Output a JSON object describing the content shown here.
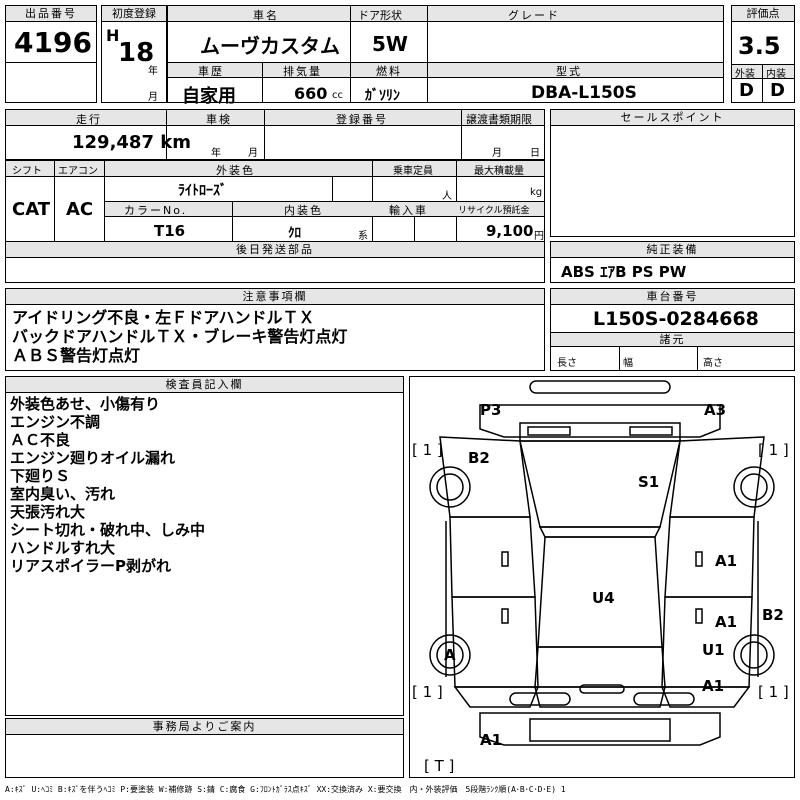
{
  "lot": {
    "label": "出品番号",
    "value": "4196"
  },
  "first_reg": {
    "label": "初度登録",
    "era": "H",
    "year": "18",
    "year_unit": "年",
    "month_unit": "月"
  },
  "car_name": {
    "label": "車名",
    "value": "ムーヴカスタム"
  },
  "door": {
    "label": "ドア形状",
    "value": "5W"
  },
  "grade": {
    "label": "グレード",
    "value": ""
  },
  "score": {
    "label": "評価点",
    "value": "3.5",
    "ext_label": "外装",
    "int_label": "内装",
    "ext_value": "D",
    "int_value": "D"
  },
  "history": {
    "label": "車歴",
    "value": "自家用"
  },
  "displacement": {
    "label": "排気量",
    "value": "660",
    "unit": "cc"
  },
  "fuel": {
    "label": "燃料",
    "value": "ｶﾞｿﾘﾝ"
  },
  "model": {
    "label": "型式",
    "value": "DBA-L150S"
  },
  "mileage": {
    "label": "走行",
    "value": "129,487 km"
  },
  "inspection": {
    "label": "車検",
    "year_unit": "年",
    "month_unit": "月"
  },
  "reg_no": {
    "label": "登録番号",
    "value": ""
  },
  "transfer_deadline": {
    "label": "譲渡書類期限",
    "month_unit": "月",
    "day_unit": "日"
  },
  "sales_point": {
    "label": "セールスポイント"
  },
  "shift": {
    "label": "シフト",
    "value": "CAT"
  },
  "ac": {
    "label": "エアコン",
    "value": "AC"
  },
  "exterior_color": {
    "label": "外装色",
    "value": "ﾗｲﾄﾛｰｽﾞ"
  },
  "capacity": {
    "label": "乗車定員",
    "unit": "人"
  },
  "max_load": {
    "label": "最大積載量",
    "unit": "kg"
  },
  "color_no": {
    "label": "カラーNo.",
    "value": "T16"
  },
  "interior_color": {
    "label": "内装色",
    "value": "ｸﾛ",
    "unit": "系"
  },
  "import": {
    "label": "輸入車"
  },
  "recycle": {
    "label": "リサイクル預託金",
    "value": "9,100",
    "unit": "円"
  },
  "later_parts": {
    "label": "後日発送部品"
  },
  "genuine_equipment": {
    "label": "純正装備",
    "value": "ABS ｴｱB PS PW"
  },
  "caution": {
    "label": "注意事項欄",
    "lines": [
      "アイドリング不良・左ＦドアハンドルＴＸ",
      "バックドアハンドルＴＸ・ブレーキ警告灯点灯",
      "ＡＢＳ警告灯点灯"
    ]
  },
  "chassis_no": {
    "label": "車台番号",
    "value": "L150S-0284668"
  },
  "specs": {
    "label": "諸元",
    "length_label": "長さ",
    "width_label": "幅",
    "height_label": "高さ"
  },
  "inspector": {
    "label": "検査員記入欄",
    "lines": [
      "外装色あせ、小傷有り",
      "エンジン不調",
      "ＡＣ不良",
      "エンジン廻りオイル漏れ",
      "下廻りＳ",
      "室内臭い、汚れ",
      "天張汚れ大",
      "シート切れ・破れ中、しみ中",
      "ハンドルすれ大",
      "リアスポイラーP剥がれ"
    ]
  },
  "office": {
    "label": "事務局よりご案内"
  },
  "legend": "A:ｷｽﾞ U:ﾍｺﾐ B:ｷｽﾞを伴うﾍｺﾐ P:要塗装 W:補修跡 S:錆 C:腐食 G:ﾌﾛﾝﾄｶﾞﾗｽ点ｷｽﾞ XX:交換済み X:要交換　内・外装評価　5段階ﾗﾝｸ順(A･B･C･D･E) 1",
  "diagram": {
    "marks": [
      "P3",
      "A3",
      "B2",
      "S1",
      "U4",
      "A1",
      "A1",
      "B2",
      "U1",
      "A",
      "A1",
      "A1"
    ],
    "brackets": [
      "[ 1 ]",
      "[ 1 ]",
      "[ 1 ]",
      "[ 1 ]",
      "[ T ]"
    ]
  }
}
